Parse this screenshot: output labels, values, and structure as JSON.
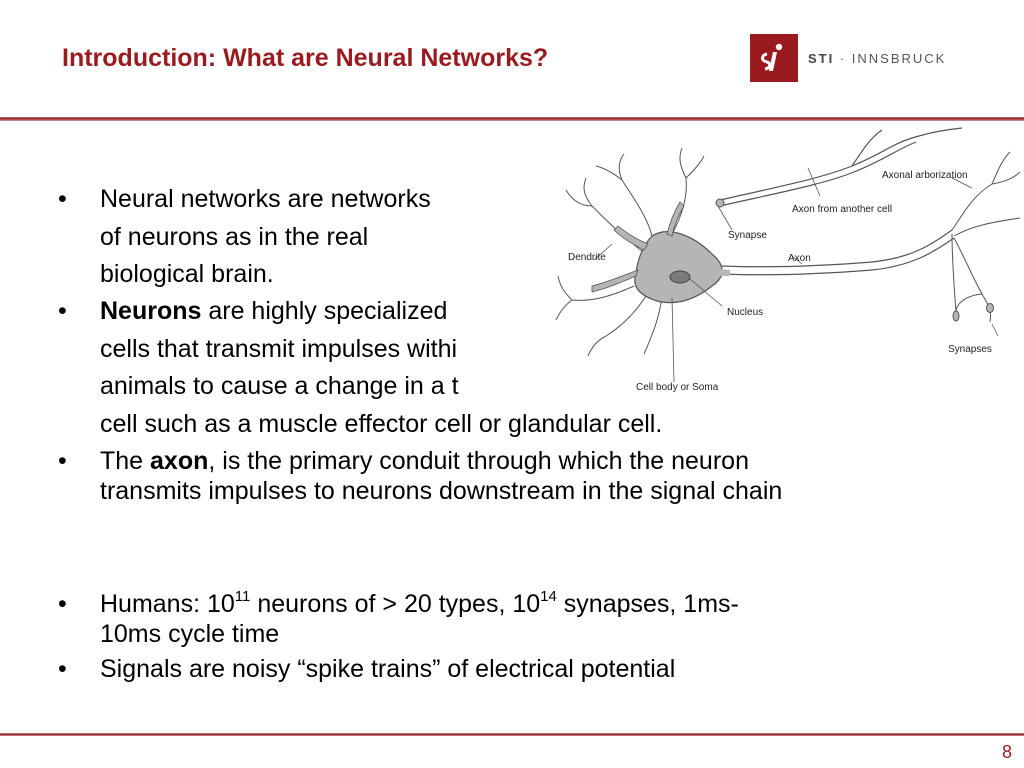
{
  "header": {
    "title": "Introduction: What are Neural Networks?",
    "logo_text_bold": "STI",
    "logo_text_rest": " · INNSBRUCK"
  },
  "bullets": {
    "b1": {
      "line1": "Neural networks are networks",
      "line2": "of neurons as in the real",
      "line3": "biological brain."
    },
    "b2": {
      "bold": "Neurons",
      "line1_rest": " are highly specialized",
      "line2": "cells that transmit impulses withi",
      "line3": "animals to cause a change in a t",
      "line4": "cell such as a muscle effector cell or glandular cell."
    },
    "b3": {
      "pre": "The ",
      "bold": "axon",
      "line1_rest": ", is the primary conduit through which the neuron",
      "line2": "transmits impulses to neurons downstream in the signal chain"
    },
    "b4": {
      "pre": "Humans: 10",
      "sup1": "11",
      "mid": " neurons of > 20 types, 10",
      "sup2": "14",
      "post": " synapses, 1ms-",
      "line2": "10ms cycle time"
    },
    "b5": {
      "line1": "Signals are noisy “spike trains” of electrical potential"
    },
    "bullet_char": "•"
  },
  "diagram": {
    "labels": {
      "axonal_arborization": "Axonal arborization",
      "axon_from_another_cell": "Axon from another cell",
      "synapse": "Synapse",
      "dendrite": "Dendrite",
      "axon": "Axon",
      "nucleus": "Nucleus",
      "synapses": "Synapses",
      "cell_body": "Cell body or Soma"
    },
    "colors": {
      "cell_fill": "#b5b5b5",
      "nucleus_fill": "#7a7a7a",
      "line": "#555555"
    }
  },
  "footer": {
    "page_number": "8"
  },
  "colors": {
    "accent": "#9a1b1f"
  }
}
